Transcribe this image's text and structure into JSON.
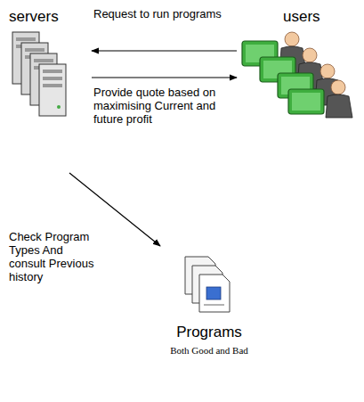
{
  "diagram": {
    "nodes": [
      {
        "text": [
          "servers"
        ]
      },
      {
        "text": [
          "users"
        ]
      },
      {
        "text": [
          "Programs",
          "Both Good and Bad"
        ]
      }
    ],
    "edges": [
      {
        "from": 1,
        "to": 0,
        "arrow": "to",
        "label": "Request to run programs"
      },
      {
        "from": 0,
        "to": 1,
        "arrow": "to",
        "label": "Provide quote based on maximising Current and future profit"
      },
      {
        "from": 0,
        "to": 2,
        "arrow": "to",
        "label": "Check Program Types And consult Previous history"
      }
    ]
  }
}
